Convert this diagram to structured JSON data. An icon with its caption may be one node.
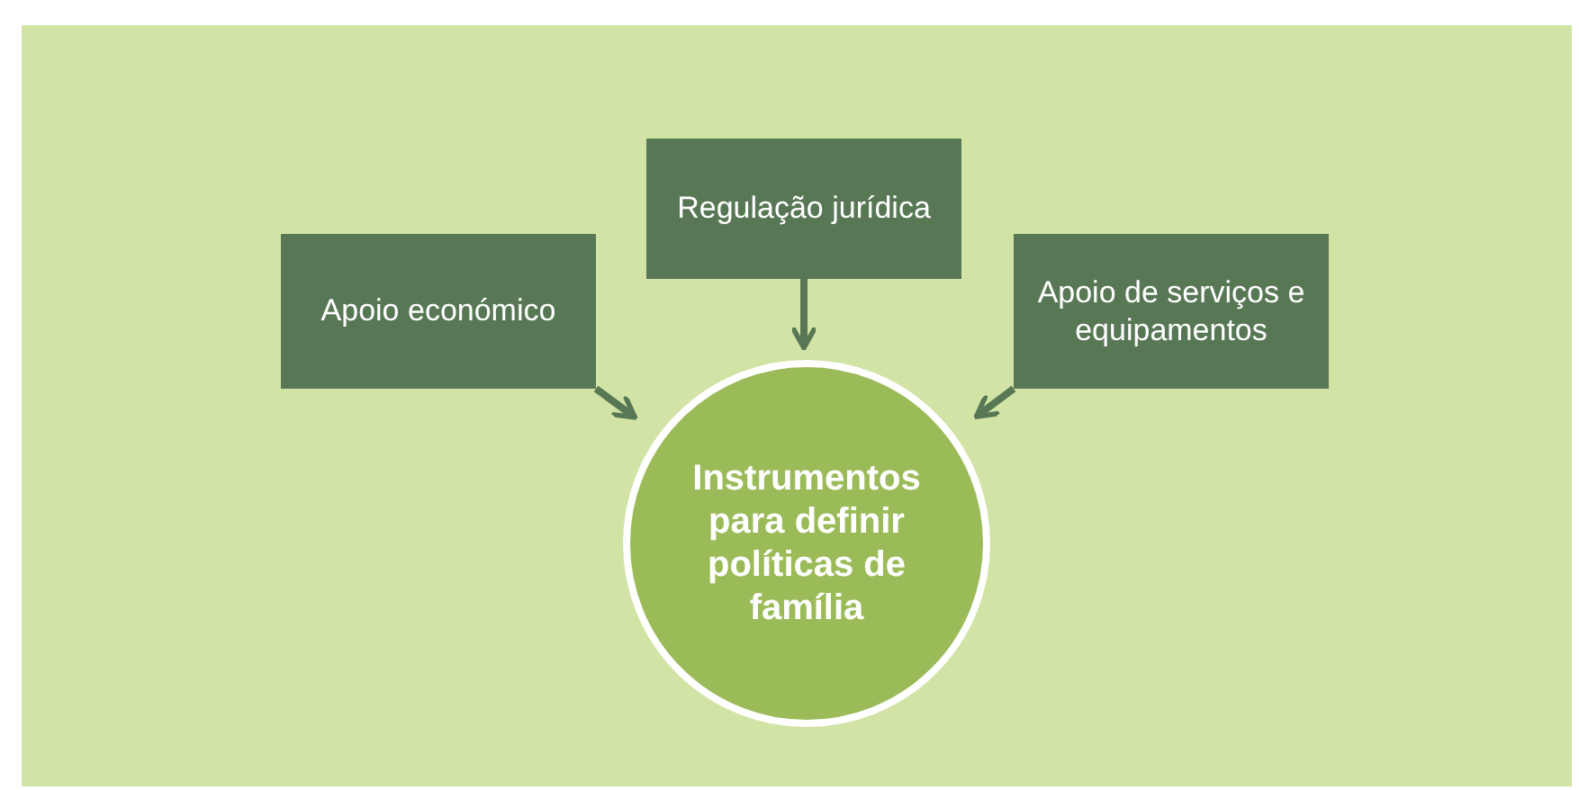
{
  "diagram": {
    "nodes": [
      {
        "text": [
          "Apoio económico"
        ]
      },
      {
        "text": [
          "Regulação jurídica"
        ]
      },
      {
        "text": [
          "Apoio de serviços e equipamentos"
        ]
      },
      {
        "text": [
          "Instrumentos para definir políticas de família"
        ]
      }
    ],
    "edges": [
      {
        "from": 0,
        "to": 3,
        "arrow": "to"
      },
      {
        "from": 1,
        "to": 3,
        "arrow": "to"
      },
      {
        "from": 2,
        "to": 3,
        "arrow": "to"
      }
    ]
  }
}
